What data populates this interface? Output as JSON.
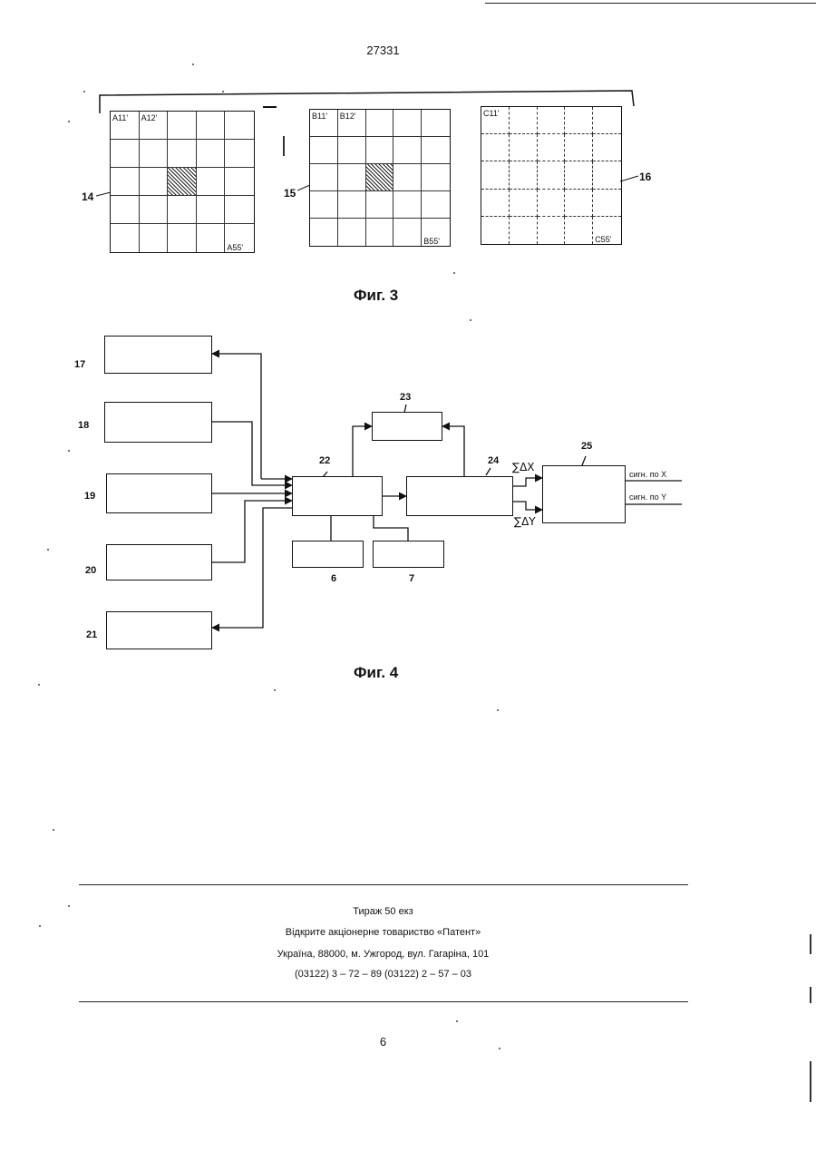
{
  "document_number": "27331",
  "figure3": {
    "caption": "Фиг. 3",
    "grids": [
      {
        "id": "grid-a",
        "label": "14",
        "cells_top": [
          "A11'",
          "A12'"
        ],
        "cell_bottom_right": "A55'",
        "hatched_cell": [
          2,
          2
        ]
      },
      {
        "id": "grid-b",
        "label": "15",
        "cells_top": [
          "B11'",
          "B12'"
        ],
        "cell_bottom_right": "B55'",
        "hatched_cell": [
          2,
          2
        ]
      },
      {
        "id": "grid-c",
        "label": "16",
        "cells_top": [
          "C11'"
        ],
        "cell_bottom_right": "C55'",
        "dashed": true
      }
    ]
  },
  "figure4": {
    "caption": "Фиг. 4",
    "block_labels": {
      "b17": "17",
      "b18": "18",
      "b19": "19",
      "b20": "20",
      "b21": "21",
      "b22": "22",
      "b23": "23",
      "b24": "24",
      "b25": "25",
      "b6": "6",
      "b7": "7"
    },
    "sum_x": "∑ΔX",
    "sum_y": "∑ΔY",
    "output_x": "сигн. по X",
    "output_y": "сигн. по Y"
  },
  "imprint": {
    "line1": "Тираж 50 екз",
    "line2": "Відкрите акціонерне товариство «Патент»",
    "line3": "Україна, 88000, м. Ужгород, вул. Гагаріна, 101",
    "line4": "(03122) 3 – 72 – 89  (03122) 2 – 57 – 03"
  },
  "page_number": "6"
}
